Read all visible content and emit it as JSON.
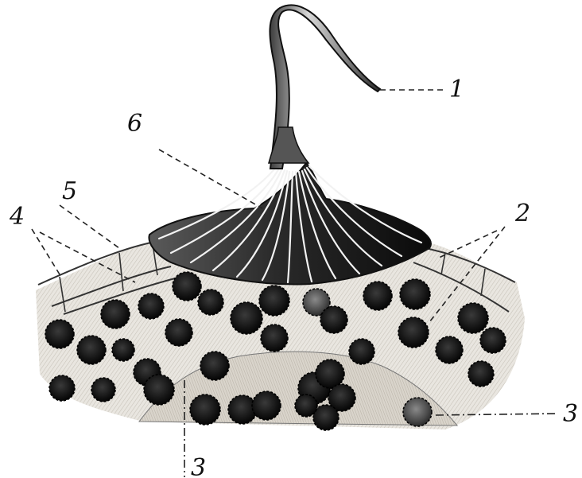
{
  "labels": {
    "l1": "1",
    "l2": "2",
    "l3a": "3",
    "l3b": "3",
    "l4": "4",
    "l5": "5",
    "l6": "6"
  }
}
